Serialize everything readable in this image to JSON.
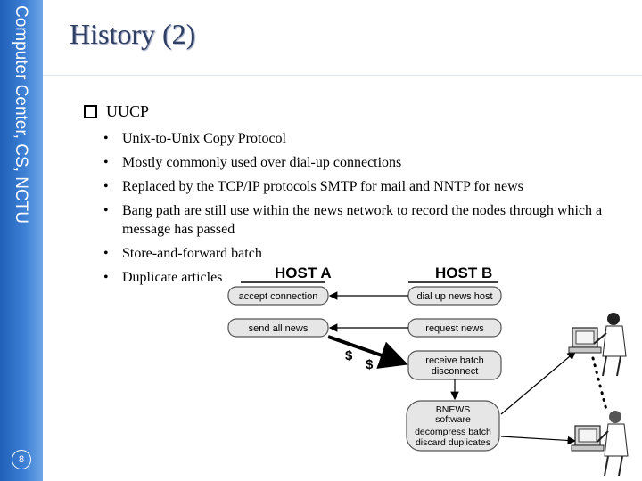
{
  "sidebar": {
    "org": "Computer Center, CS, NCTU",
    "page_number": "8"
  },
  "slide": {
    "title": "History (2)",
    "section": "UUCP",
    "bullets": [
      "Unix-to-Unix Copy Protocol",
      "Mostly commonly used over dial-up connections",
      "Replaced by the TCP/IP protocols SMTP for mail and NNTP for news",
      "Bang path are still use within the news network to record the nodes through which a message has passed",
      "Store-and-forward batch",
      "Duplicate articles"
    ]
  },
  "diagram": {
    "host_a_label": "HOST A",
    "host_b_label": "HOST B",
    "accept_connection": "accept connection",
    "dial_up": "dial up news host",
    "send_all_news": "send all news",
    "request_news": "request news",
    "receive_batch_1": "receive batch",
    "receive_batch_2": "disconnect",
    "bnews_1": "BNEWS",
    "bnews_2": "software",
    "bnews_3": "decompress batch",
    "bnews_4": "discard duplicates",
    "dollar": "$",
    "colors": {
      "box_fill": "#e6e6e6",
      "box_stroke": "#555555",
      "line": "#000000"
    }
  }
}
